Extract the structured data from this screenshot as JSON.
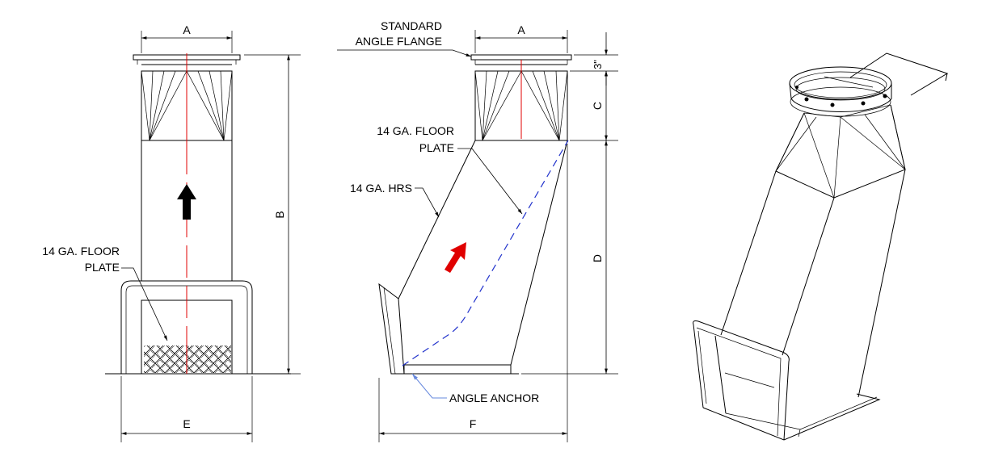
{
  "labels": {
    "dim_a": "A",
    "dim_b": "B",
    "dim_c": "C",
    "dim_d": "D",
    "dim_e": "E",
    "dim_f": "F",
    "dim_3": "3\"",
    "floor_plate_line1": "14 GA. FLOOR",
    "floor_plate_line2": "PLATE",
    "std_flange_line1": "STANDARD",
    "std_flange_line2": "ANGLE FLANGE",
    "hrs": "14 GA. HRS",
    "angle_anchor": "ANGLE ANCHOR"
  },
  "colors": {
    "centerline": "#e00000",
    "arrow_front": "#000000",
    "arrow_side": "#e00000",
    "floor_plate_hidden": "#2233cc",
    "anchor_leader": "#6688dd"
  },
  "icons": {
    "front_arrow": "up-arrow-icon",
    "side_arrow": "diagonal-up-arrow-icon"
  }
}
